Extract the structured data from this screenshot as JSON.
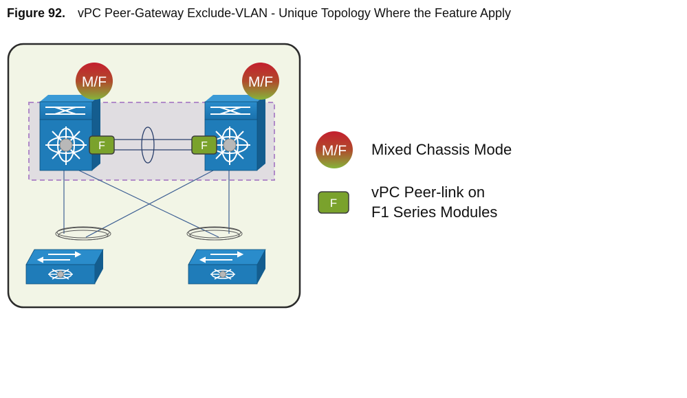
{
  "caption": {
    "figure_number": "Figure 92.",
    "title": "vPC Peer-Gateway Exclude-VLAN - Unique Topology Where the Feature Apply"
  },
  "diagram": {
    "badges": {
      "mixed": "M/F",
      "f_module": "F"
    }
  },
  "legend": {
    "mixed_chassis": {
      "badge": "M/F",
      "label": "Mixed Chassis Mode"
    },
    "peer_link": {
      "badge": "F",
      "label_line1": "vPC Peer-link on",
      "label_line2": "F1 Series Modules"
    }
  },
  "colors": {
    "panel_bg": "#f2f5e6",
    "panel_border": "#2b2b2b",
    "switch_blue": "#1f7cb9",
    "switch_dark": "#145d8f",
    "badge_red": "#c0262c",
    "badge_green": "#8ab43a",
    "f_module": "#7aa22c",
    "vpc_domain_dash": "#b08ac8",
    "link_line": "#3d5f93"
  }
}
